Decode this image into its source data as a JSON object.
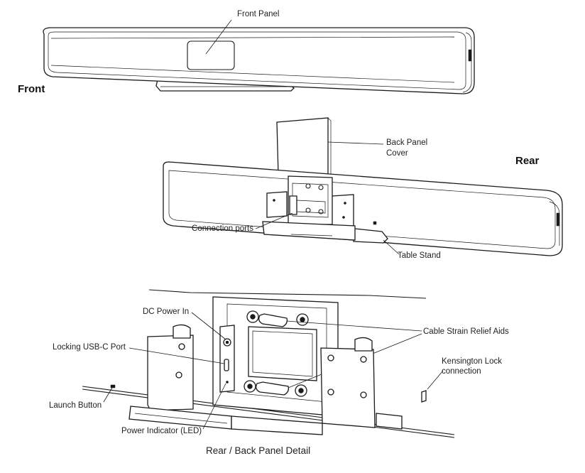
{
  "section_labels": {
    "front": "Front",
    "rear": "Rear"
  },
  "callouts": {
    "front_panel": "Front Panel",
    "back_panel_cover_line1": "Back Panel",
    "back_panel_cover_line2": "Cover",
    "connection_ports": "Connection ports",
    "table_stand": "Table Stand",
    "dc_power_in": "DC Power In",
    "locking_usbc_port": "Locking USB-C Port",
    "launch_button": "Launch Button",
    "power_indicator": "Power Indicator (LED)",
    "cable_strain_relief_aids": "Cable Strain Relief Aids",
    "kensington_line1": "Kensington Lock",
    "kensington_line2": "connection"
  },
  "caption": "Rear / Back Panel Detail"
}
